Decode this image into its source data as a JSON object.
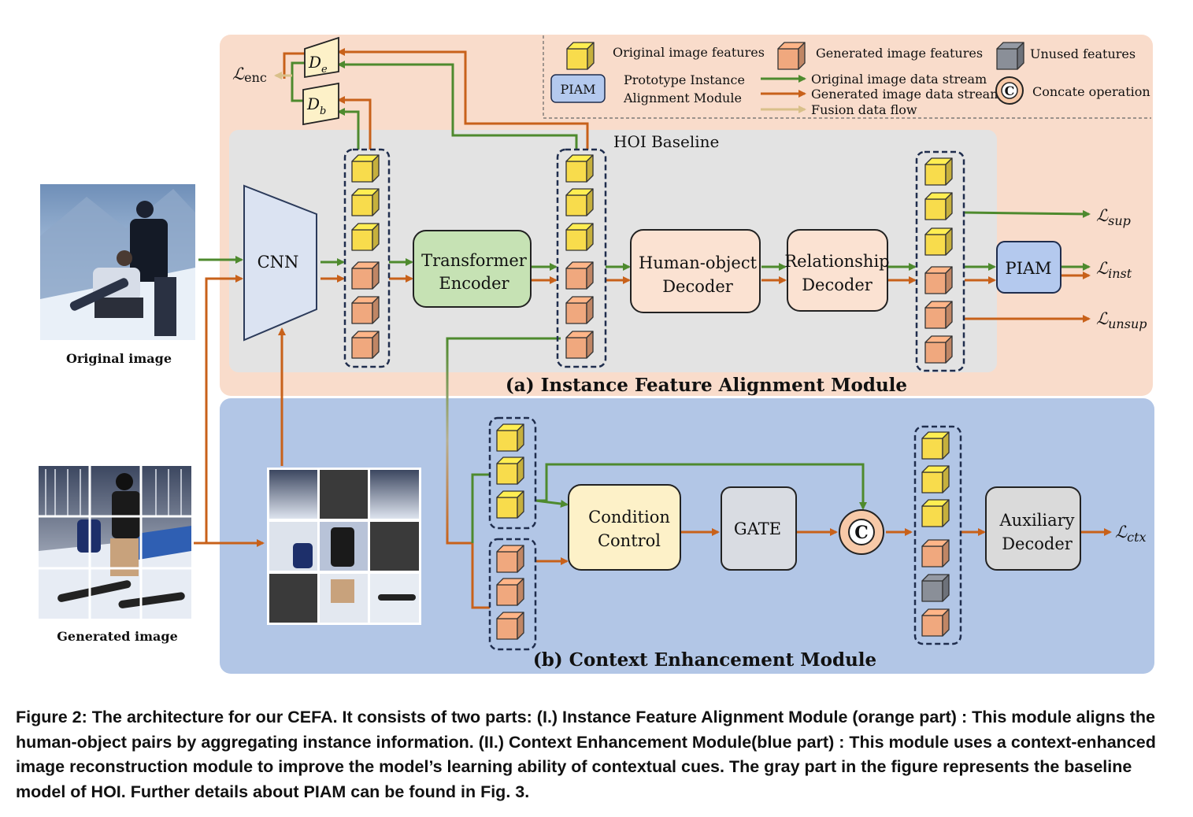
{
  "legend": {
    "original_features": "Original image features",
    "generated_features": "Generated image features",
    "unused_features": "Unused features",
    "piam_box": "PIAM",
    "piam_desc_line1": "Prototype Instance",
    "piam_desc_line2": "Alignment Module",
    "original_stream": "Original image data stream",
    "generated_stream": "Generated image data stream",
    "fusion_flow": "Fusion data flow",
    "concat_symbol": "C",
    "concat_label": "Concate operation"
  },
  "ifam": {
    "baseline_title": "HOI Baseline",
    "module_title": "(a) Instance Feature Alignment Module",
    "cnn": "CNN",
    "transformer_line1": "Transformer",
    "transformer_line2": "Encoder",
    "ho_decoder_line1": "Human-object",
    "ho_decoder_line2": "Decoder",
    "rel_decoder_line1": "Relationship",
    "rel_decoder_line2": "Decoder",
    "piam": "PIAM",
    "de_main": "D",
    "de_sub": "e",
    "db_main": "D",
    "db_sub": "b",
    "loss_enc_main": "ℒ",
    "loss_enc_sub": "enc",
    "loss_sup_main": "ℒ",
    "loss_sup_sub": "sup",
    "loss_inst_main": "ℒ",
    "loss_inst_sub": "inst",
    "loss_unsup_main": "ℒ",
    "loss_unsup_sub": "unsup"
  },
  "cem": {
    "module_title": "(b) Context Enhancement Module",
    "condition_line1": "Condition",
    "condition_line2": "Control",
    "gate": "GATE",
    "concat_symbol": "C",
    "aux_line1": "Auxiliary",
    "aux_line2": "Decoder",
    "loss_ctx_main": "ℒ",
    "loss_ctx_sub": "ctx"
  },
  "images": {
    "original_label": "Original image",
    "generated_label": "Generated image"
  },
  "caption": "Figure 2: The architecture for our CEFA. It consists of two parts: (I.) Instance Feature Alignment Module (orange part) : This module aligns the human-object pairs by aggregating instance information. (II.) Context Enhancement Module(blue part) : This module uses a context-enhanced image reconstruction module to improve the model’s learning ability of contextual cues. The gray part in the figure represents the baseline model of HOI. Further details about PIAM can be found in Fig. 3.",
  "colors": {
    "orange_region": "#f9dccb",
    "blue_region": "#b2c6e6",
    "gray_region": "#e3e3e3",
    "original_stream": "#4e8a2e",
    "generated_stream": "#c8611a",
    "fusion_flow": "#d9c08a",
    "original_cube": "#f8dc4c",
    "generated_cube": "#f0a87e",
    "unused_cube": "#8a8f98",
    "transformer_fill": "#c6e2b4",
    "decoder_fill": "#fbe2d2",
    "piam_fill": "#b4c9ee",
    "cnn_fill": "#dbe3f2",
    "condition_fill": "#fdf1c8",
    "gate_fill": "#d9dce2",
    "aux_fill": "#dadada"
  }
}
